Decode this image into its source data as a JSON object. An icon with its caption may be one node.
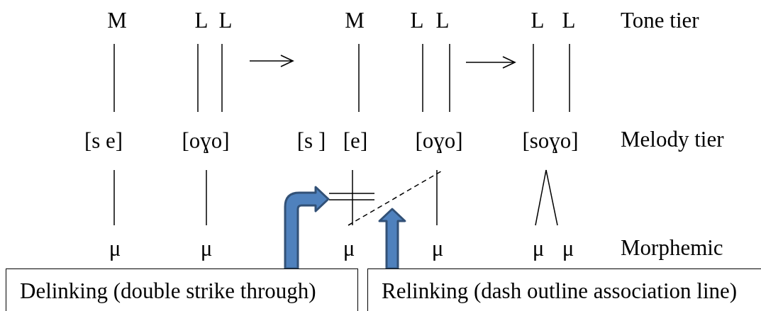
{
  "diagram": {
    "nodes": [
      {
        "text": [
          "M"
        ]
      },
      {
        "text": [
          "L"
        ]
      },
      {
        "text": [
          "L"
        ]
      },
      {
        "text": [
          "M"
        ]
      },
      {
        "text": [
          "L"
        ]
      },
      {
        "text": [
          "L"
        ]
      },
      {
        "text": [
          "L"
        ]
      },
      {
        "text": [
          "L"
        ]
      },
      {
        "text": [
          "[s e]"
        ]
      },
      {
        "text": [
          "[oɣo]"
        ]
      },
      {
        "text": [
          "[s ]"
        ]
      },
      {
        "text": [
          "[e]"
        ]
      },
      {
        "text": [
          "[oɣo]"
        ]
      },
      {
        "text": [
          "[soɣo]"
        ]
      },
      {
        "text": [
          "μ"
        ]
      },
      {
        "text": [
          "μ"
        ]
      },
      {
        "text": [
          "μ"
        ]
      },
      {
        "text": [
          "μ"
        ]
      },
      {
        "text": [
          "μ"
        ]
      },
      {
        "text": [
          "μ"
        ]
      },
      {
        "text": [
          "Delinking (double strike through)"
        ]
      },
      {
        "text": [
          "Relinking (dash outline association line)"
        ]
      }
    ],
    "edges": [
      {
        "from": 0,
        "to": 8,
        "arrow": "none"
      },
      {
        "from": 1,
        "to": 9,
        "arrow": "none"
      },
      {
        "from": 2,
        "to": 9,
        "arrow": "none"
      },
      {
        "from": 3,
        "to": 11,
        "arrow": "none"
      },
      {
        "from": 4,
        "to": 12,
        "arrow": "none"
      },
      {
        "from": 5,
        "to": 12,
        "arrow": "none"
      },
      {
        "from": 6,
        "to": 13,
        "arrow": "none"
      },
      {
        "from": 7,
        "to": 13,
        "arrow": "none"
      },
      {
        "from": 8,
        "to": 14,
        "arrow": "none"
      },
      {
        "from": 9,
        "to": 15,
        "arrow": "none"
      },
      {
        "from": 11,
        "to": 16,
        "arrow": "none"
      },
      {
        "from": 12,
        "to": 17,
        "arrow": "none"
      },
      {
        "from": 16,
        "to": 12,
        "arrow": "none",
        "style": "dashed"
      },
      {
        "from": 13,
        "to": 18,
        "arrow": "none"
      },
      {
        "from": 13,
        "to": 19,
        "arrow": "none"
      },
      {
        "from": 20,
        "to": null,
        "arrow": "to",
        "style": "thick",
        "color": "#4f81bd"
      },
      {
        "from": 21,
        "to": null,
        "arrow": "to",
        "style": "thick",
        "color": "#4f81bd"
      }
    ],
    "labels": [
      "Tone tier",
      "Melody tier",
      "Morphemic"
    ]
  }
}
